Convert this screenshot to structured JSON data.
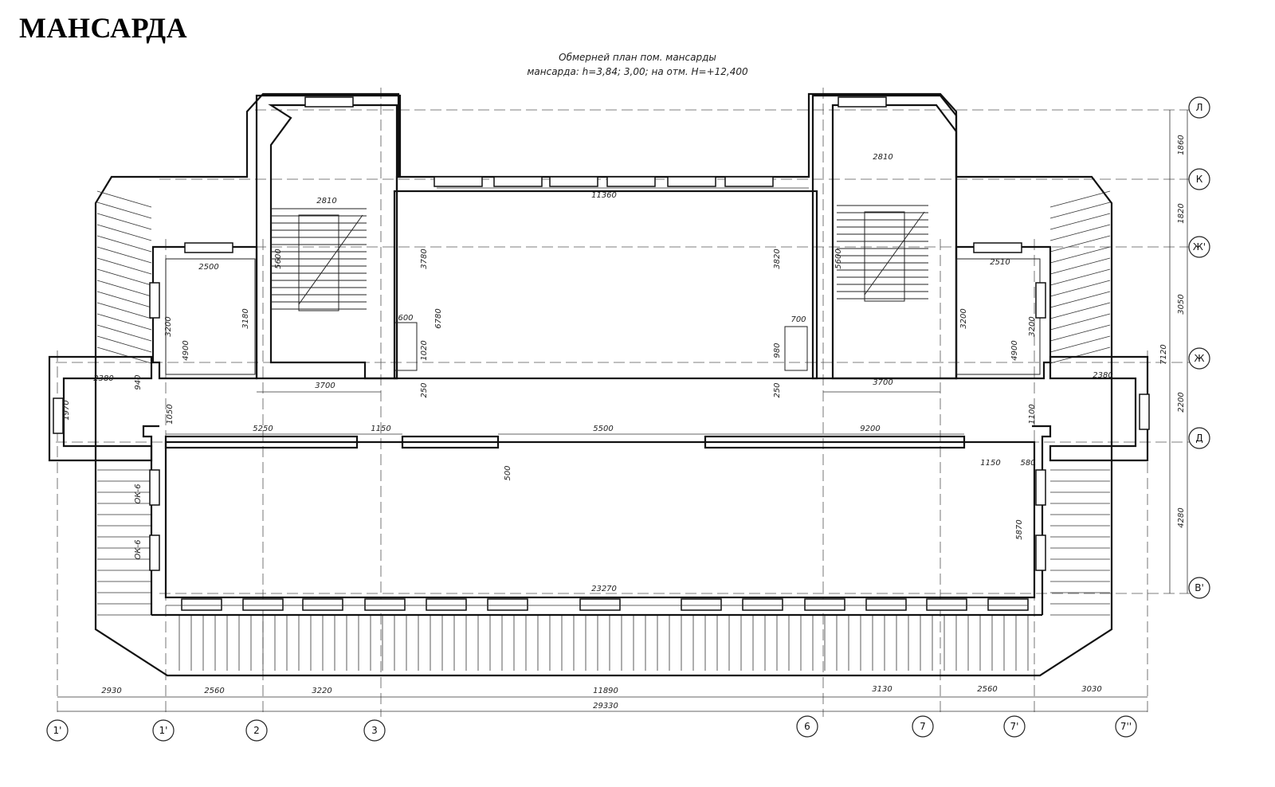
{
  "title": "МАНСАРДА",
  "notes": {
    "line1": "Обмерней план пом. мансарды",
    "line2": "мансарда: h=3,84; 3,00; на отм. H=+12,400"
  },
  "axes_vertical": [
    "1'",
    "1'",
    "2",
    "3",
    "6",
    "7",
    "7'",
    "7''"
  ],
  "axes_horizontal": [
    "Л",
    "К",
    "Ж'",
    "Ж",
    "Д",
    "В'"
  ],
  "dimensions": {
    "bottom_chain": [
      "2930",
      "2560",
      "3220",
      "11890",
      "3130",
      "2560",
      "3030"
    ],
    "bottom_total": "29330",
    "right_chain": [
      "1860",
      "1820",
      "3050",
      "2200",
      "4280"
    ],
    "right_total": "7120",
    "interior": {
      "top_hall": "11360",
      "stair_left_width": "2810",
      "stair_right_width": "2810",
      "room_left_width": "2500",
      "room_right_width": "2510",
      "stair_left_bottom": "3700",
      "stair_right_bottom": "3700",
      "stair_left_height": "5600",
      "stair_right_height": "5600",
      "hall_left_h": "3780",
      "hall_right_h": "3820",
      "hall_full_h": "6780",
      "room_left_h": "3180",
      "room_left_h2": "3200",
      "room_right_h": "3200",
      "room_right_h2": "3200",
      "left_4900": "4900",
      "right_4900": "4900",
      "niche_left_w": "600",
      "niche_right_w": "700",
      "niche_left_h": "1020",
      "niche_right_h": "980",
      "gap_left": "250",
      "gap_right": "250",
      "small_left": "2380",
      "small_right": "2380",
      "small_left_940": "940",
      "small_left_1970": "1970",
      "left_1050": "1050",
      "right_1100": "1100",
      "part_5250": "5250",
      "part_1150": "1150",
      "part_5500": "5500",
      "part_9200": "9200",
      "part_500": "500",
      "part_1150b": "1150",
      "part_580": "580",
      "main_length": "23270",
      "right_5870": "5870",
      "win_label_1": "ОК-6",
      "win_label_2": "ОК-6"
    }
  }
}
